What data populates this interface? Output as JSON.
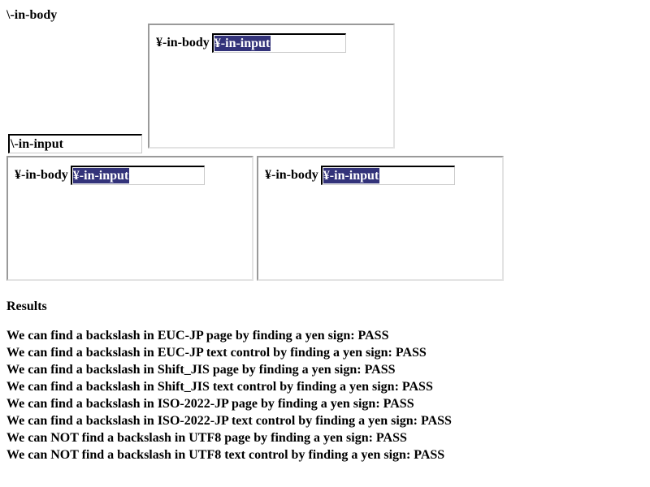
{
  "top": {
    "body_text": "\\-in-body",
    "input_value": "\\-in-input"
  },
  "frames": [
    {
      "label": "¥-in-body",
      "input_value": "¥-in-input"
    },
    {
      "label": "¥-in-body",
      "input_value": "¥-in-input"
    },
    {
      "label": "¥-in-body",
      "input_value": "¥-in-input"
    }
  ],
  "results": {
    "heading": "Results",
    "lines": [
      "We can find a backslash in EUC-JP page by finding a yen sign: PASS",
      "We can find a backslash in EUC-JP text control by finding a yen sign: PASS",
      "We can find a backslash in Shift_JIS page by finding a yen sign: PASS",
      "We can find a backslash in Shift_JIS text control by finding a yen sign: PASS",
      "We can find a backslash in ISO-2022-JP page by finding a yen sign: PASS",
      "We can find a backslash in ISO-2022-JP text control by finding a yen sign: PASS",
      "We can NOT find a backslash in UTF8 page by finding a yen sign: PASS",
      "We can NOT find a backslash in UTF8 text control by finding a yen sign: PASS"
    ]
  }
}
